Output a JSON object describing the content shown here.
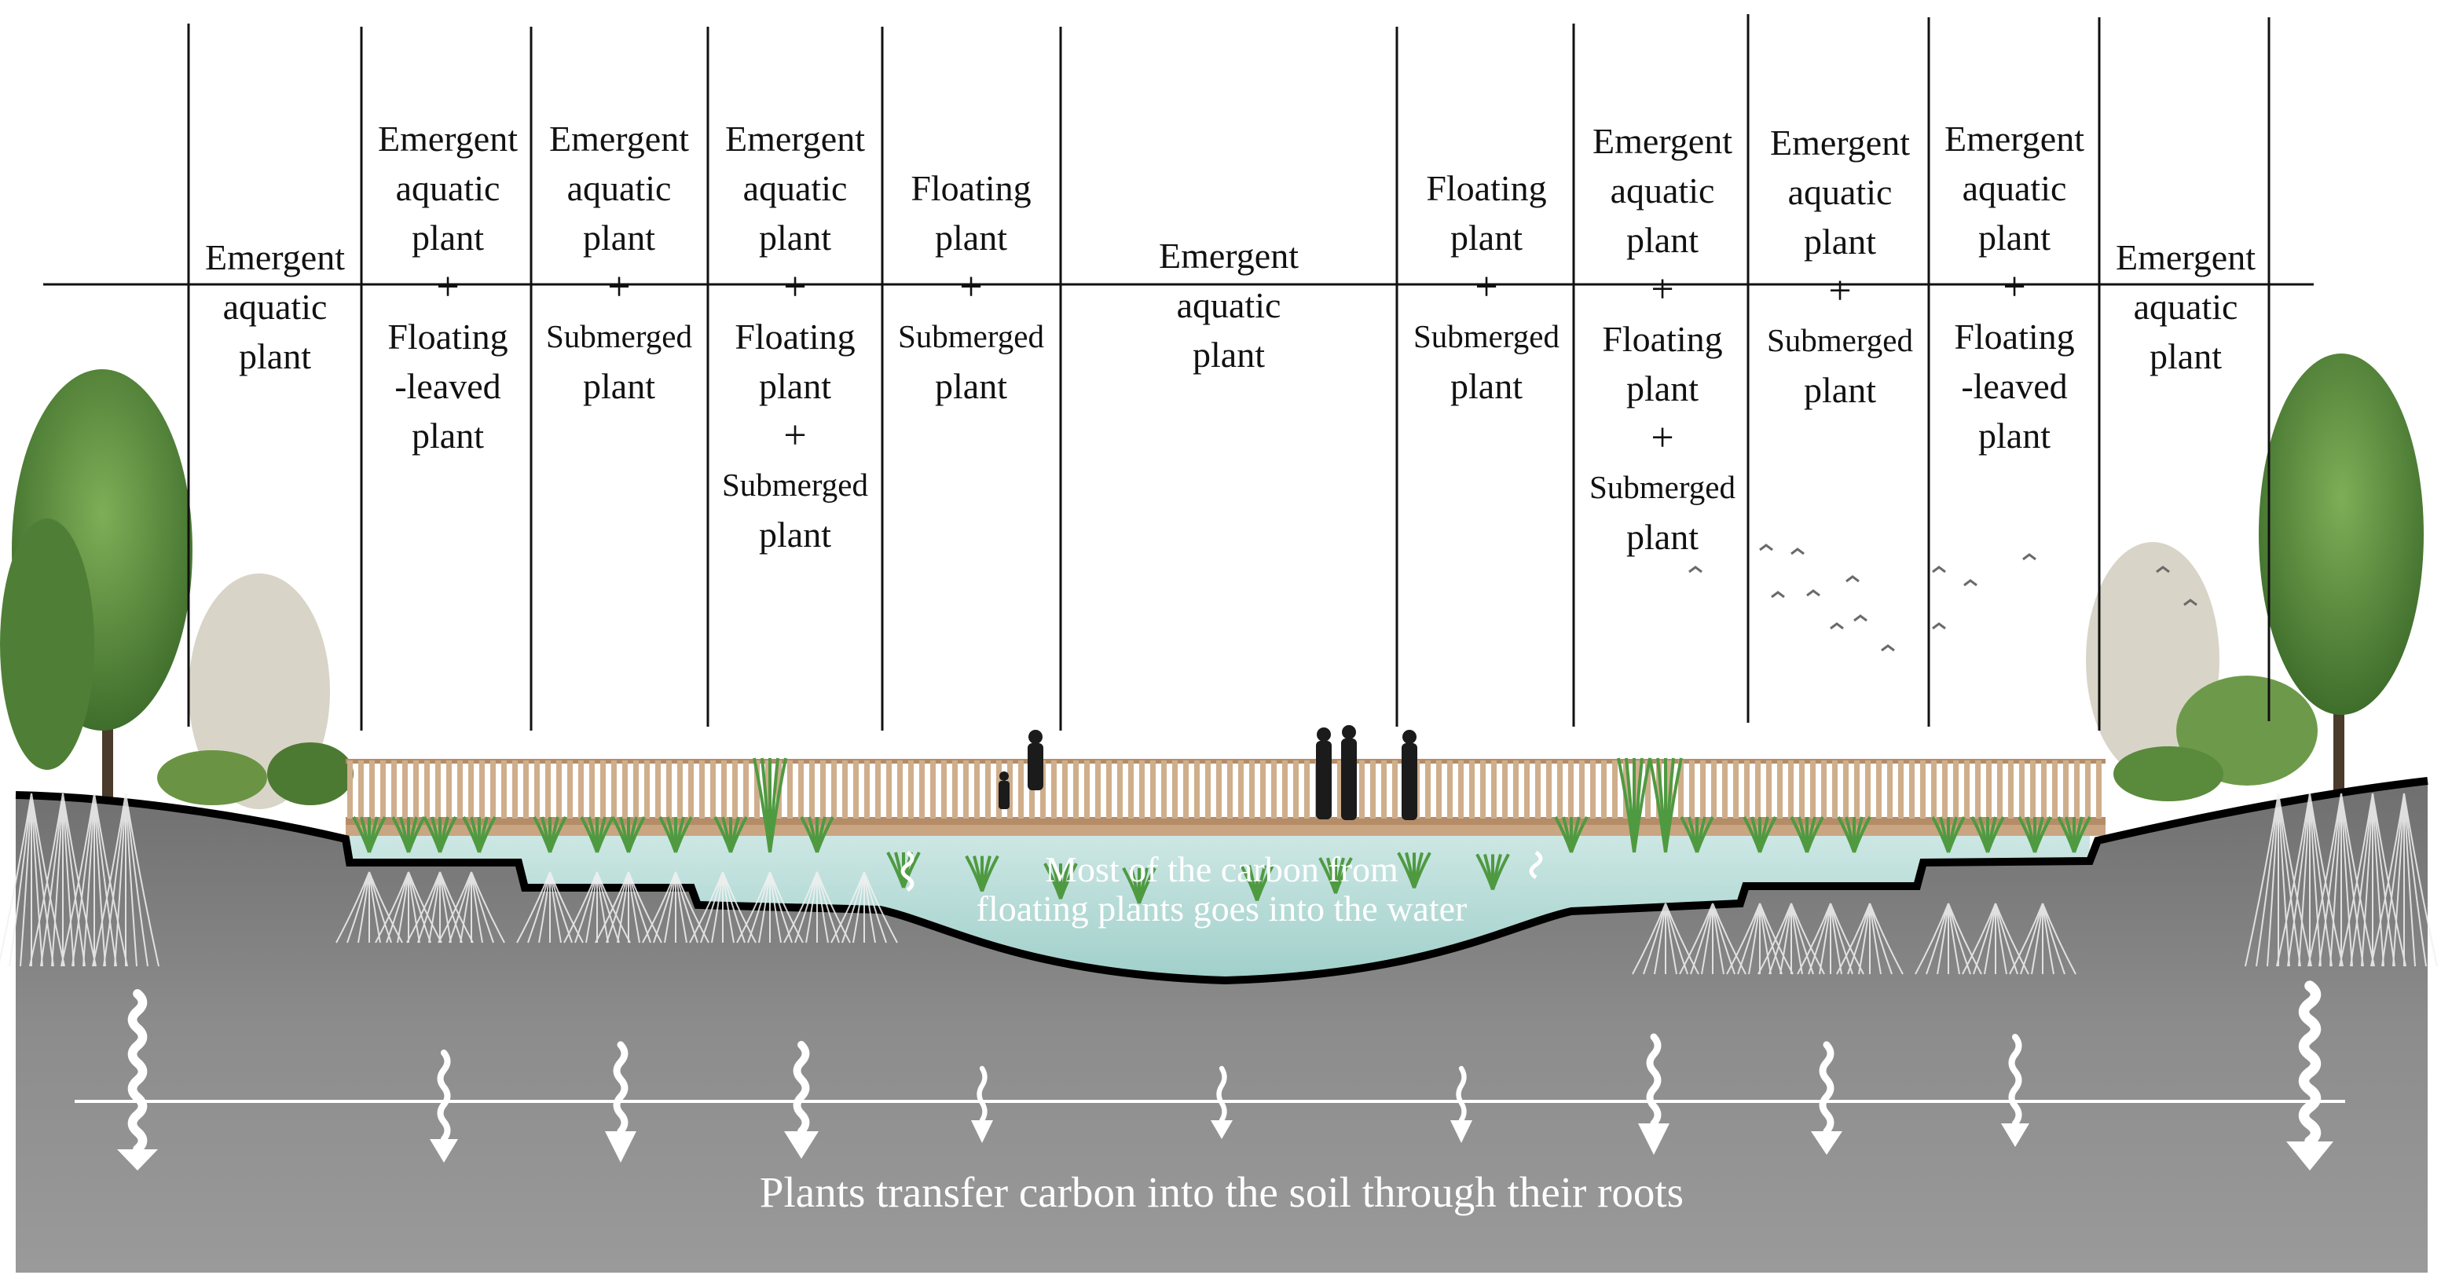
{
  "zones": [
    {
      "lines": [
        "Emergent",
        "aquatic",
        "plant"
      ]
    },
    {
      "lines": [
        "Emergent",
        "aquatic",
        "plant",
        "+",
        "Floating",
        "-leaved",
        "plant"
      ]
    },
    {
      "lines": [
        "Emergent",
        "aquatic",
        "plant",
        "+",
        "Submerged",
        "plant"
      ]
    },
    {
      "lines": [
        "Emergent",
        "aquatic",
        "plant",
        "+",
        "Floating",
        "plant",
        "+",
        "Submerged",
        "plant"
      ]
    },
    {
      "lines": [
        "Floating",
        "plant",
        "+",
        "Submerged",
        "plant"
      ]
    },
    {
      "lines": [
        "Emergent",
        "aquatic",
        "plant"
      ]
    },
    {
      "lines": [
        "Floating",
        "plant",
        "+",
        "Submerged",
        "plant"
      ]
    },
    {
      "lines": [
        "Emergent",
        "aquatic",
        "plant",
        "+",
        "Floating",
        "plant",
        "+",
        "Submerged",
        "plant"
      ]
    },
    {
      "lines": [
        "Emergent",
        "aquatic",
        "plant",
        "+",
        "Submerged",
        "plant"
      ]
    },
    {
      "lines": [
        "Emergent",
        "aquatic",
        "plant",
        "+",
        "Floating",
        "-leaved",
        "plant"
      ]
    },
    {
      "lines": [
        "Emergent",
        "aquatic",
        "plant"
      ]
    }
  ],
  "captions": {
    "water_line1": "Most of the carbon from",
    "water_line2": "floating plants goes into the water",
    "soil": "Plants transfer carbon into the soil through their roots"
  },
  "colors": {
    "soil": "#8a8a8a",
    "water": "#a9d3cf",
    "boardwalk": "#c9a582",
    "grass": "#5aa04a",
    "tree": "#5b8f3e",
    "ground_line": "#000000"
  }
}
